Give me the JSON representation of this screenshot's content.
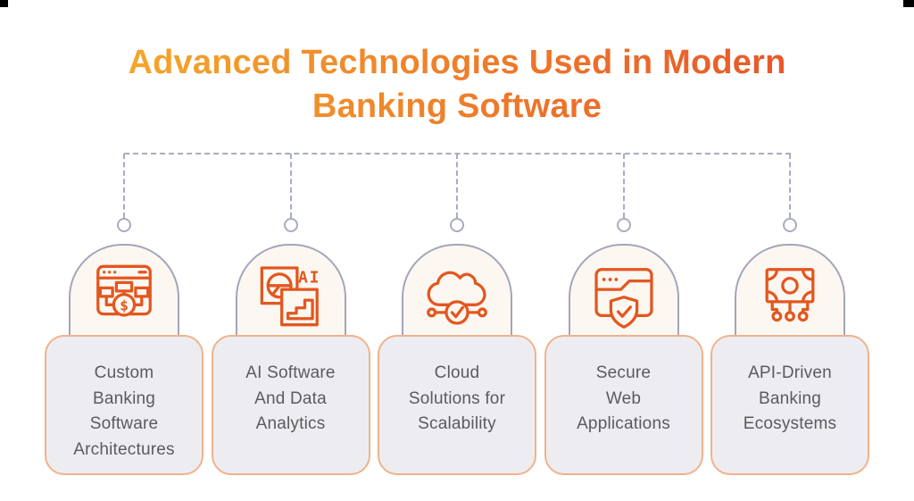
{
  "title": {
    "text": "Advanced Technologies Used in Modern\nBanking Software"
  },
  "colors": {
    "title_gradient_start": "#F4A62B",
    "title_gradient_end": "#E8572A",
    "connector": "#A9ACC0",
    "dome_fill": "#FDF7F1",
    "dome_border": "#A3A6BA",
    "card_fill": "#EDEDF1",
    "card_border": "#F1B28C",
    "card_text": "#5A5B5E",
    "icon_stroke": "#E2571F"
  },
  "cards": [
    {
      "label": "Custom\nBanking\nSoftware\nArchitectures",
      "icon": "banking-software-architecture-icon",
      "icon_text": "$"
    },
    {
      "label": "AI Software\nAnd Data\nAnalytics",
      "icon": "ai-data-analytics-icon",
      "icon_text": "AI"
    },
    {
      "label": "Cloud\nSolutions for\nScalability",
      "icon": "cloud-check-icon"
    },
    {
      "label": "Secure\nWeb\nApplications",
      "icon": "secure-web-shield-icon"
    },
    {
      "label": "API-Driven\nBanking\nEcosystems",
      "icon": "api-banking-money-icon"
    }
  ]
}
